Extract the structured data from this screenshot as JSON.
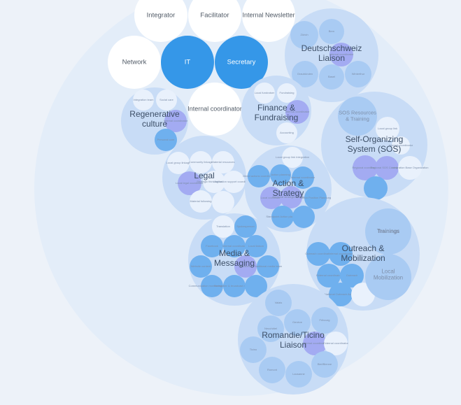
{
  "colors": {
    "background": "#edf2f9",
    "outer_circle": "#e3edf9",
    "group_fill": "#c8dcf6",
    "group_text": "#3c4e66",
    "white_node": "#ffffff",
    "white_text": "#505a66",
    "selected_node": "#3597e8",
    "selected_text": "#ffffff",
    "light_node": "#e9f1fc",
    "mid_node": "#a9cbf3",
    "blue_node": "#6fb0ee",
    "purple_node": "#a3abf2",
    "small_text": "#7d8ea8"
  },
  "nodes": {
    "integrator": "Integrator",
    "facilitator": "Facilitator",
    "internal_newsletter": "Internal\nNewsletter",
    "network": "Network",
    "it": "IT",
    "secretary": "Secretary",
    "internal_coordinator": "Internal\ncoordinator"
  },
  "groups": {
    "deutschschweiz": {
      "label": "Deutschschweiz\nLiaison",
      "children": [
        "Zürich",
        "Bern",
        "Internal coordinator",
        "Graubünden",
        "Basel",
        "Winterthur"
      ]
    },
    "regenerative": {
      "label": "Regenerative\nculture",
      "children": [
        "Integration team",
        "Social care",
        "Internal coordinator",
        "Personal care"
      ]
    },
    "finance": {
      "label": "Finance &\nFundraising",
      "children": [
        "Local fundraiser",
        "Fundraising",
        "Internal coordinator",
        "Accounting"
      ]
    },
    "sos": {
      "label": "Self-Organizing\nSystem (SOS)",
      "children": [
        "SOS Resources\n& Training",
        "Local group link",
        "Internal coordinator",
        "Regional coordinator",
        "Regional SOS Coordinator",
        "Integration Base Organization"
      ]
    },
    "legal": {
      "label": "Legal",
      "children": [
        "Local group linkage",
        "Community linkage",
        "Material resources",
        "Local legal coordinator",
        "Strategic thinking facilitation",
        "Activation support coordination",
        "Material following"
      ]
    },
    "action": {
      "label": "Action &\nStrategy",
      "children": [
        "Local group link Integration",
        "Direct actions coordinator",
        "Action planning",
        "Internal coordinator",
        "Local coordinator",
        "Regional strategic coordinator",
        "Action Position Plannung",
        "Standpoint Action planning"
      ]
    },
    "media": {
      "label": "Media &\nMessaging",
      "children": [
        "Translation",
        "Spokesperson",
        "Facebook",
        "Internal coordinator",
        "Local liaison",
        "Website content",
        "Newsletter",
        "Traditional media team",
        "Communication monitoring & strategy",
        "Newsletter & broadcast research"
      ]
    },
    "outreach": {
      "label": "Outreach &\nMobilization",
      "children": [
        "Trainings",
        "Outreach coordinator",
        "Internal coordinator",
        "External coordinator",
        "Outreach",
        "National Outreach Actions"
      ]
    },
    "romandie": {
      "label": "Romandie/Ticino\nLiaison",
      "children": [
        "Valais",
        "Genève",
        "Fribourg",
        "Neuchâtel",
        "Internal coordinator",
        "External coordinator",
        "Ticino",
        "Biel/Bienne",
        "Romont",
        "Lausanne"
      ]
    },
    "trainings": {
      "label": "Trainings"
    },
    "local_mobilization": {
      "label": "Local\nMobilization"
    }
  }
}
